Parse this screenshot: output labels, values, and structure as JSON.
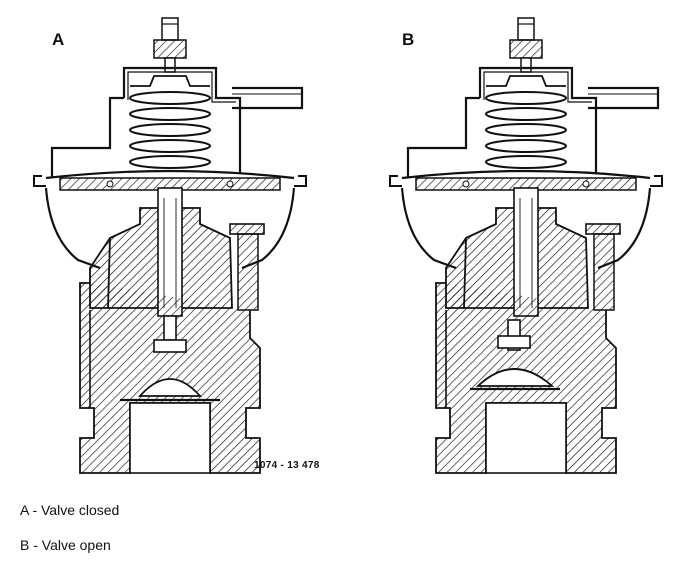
{
  "figure": {
    "view_a": {
      "label": "A"
    },
    "view_b": {
      "label": "B"
    },
    "reference_number": "1074 - 13 478"
  },
  "legend": [
    {
      "text": "A - Valve closed"
    },
    {
      "text": "B - Valve open"
    }
  ],
  "colors": {
    "ink": "#111111",
    "paper": "#ffffff"
  }
}
